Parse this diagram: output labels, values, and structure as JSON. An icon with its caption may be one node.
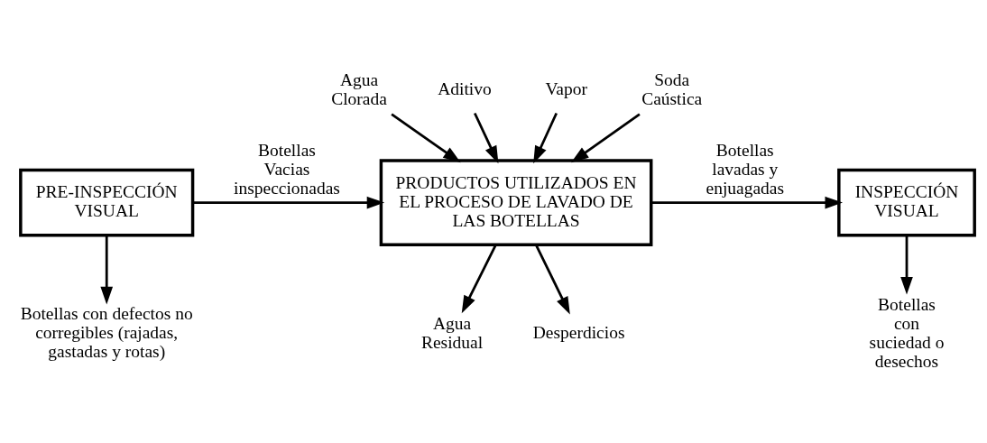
{
  "diagram": {
    "nodes": [
      {
        "text": [
          "PRE-INSPECCIÓN VISUAL"
        ]
      },
      {
        "text": [
          "PRODUCTOS UTILIZADOS EN EL PROCESO DE LAVADO DE LAS BOTELLAS"
        ]
      },
      {
        "text": [
          "INSPECCIÓN VISUAL"
        ]
      },
      {
        "text": [
          "Agua Clorada"
        ]
      },
      {
        "text": [
          "Aditivo"
        ]
      },
      {
        "text": [
          "Vapor"
        ]
      },
      {
        "text": [
          "Soda Caústica"
        ]
      },
      {
        "text": [
          "Botellas con defectos no corregibles (rajadas, gastadas y rotas)"
        ]
      },
      {
        "text": [
          "Agua Residual"
        ]
      },
      {
        "text": [
          "Desperdicios"
        ]
      },
      {
        "text": [
          "Botellas con suciedad o desechos"
        ]
      }
    ],
    "edges": [
      {
        "from": 0,
        "to": 1,
        "arrow": "to",
        "label": "Botellas Vacias inspeccionadas"
      },
      {
        "from": 1,
        "to": 2,
        "arrow": "to",
        "label": "Botellas lavadas y enjuagadas"
      },
      {
        "from": 3,
        "to": 1,
        "arrow": "to"
      },
      {
        "from": 4,
        "to": 1,
        "arrow": "to"
      },
      {
        "from": 5,
        "to": 1,
        "arrow": "to"
      },
      {
        "from": 6,
        "to": 1,
        "arrow": "to"
      },
      {
        "from": 0,
        "to": 7,
        "arrow": "to"
      },
      {
        "from": 1,
        "to": 8,
        "arrow": "to"
      },
      {
        "from": 1,
        "to": 9,
        "arrow": "to"
      },
      {
        "from": 2,
        "to": 10,
        "arrow": "to"
      }
    ]
  }
}
